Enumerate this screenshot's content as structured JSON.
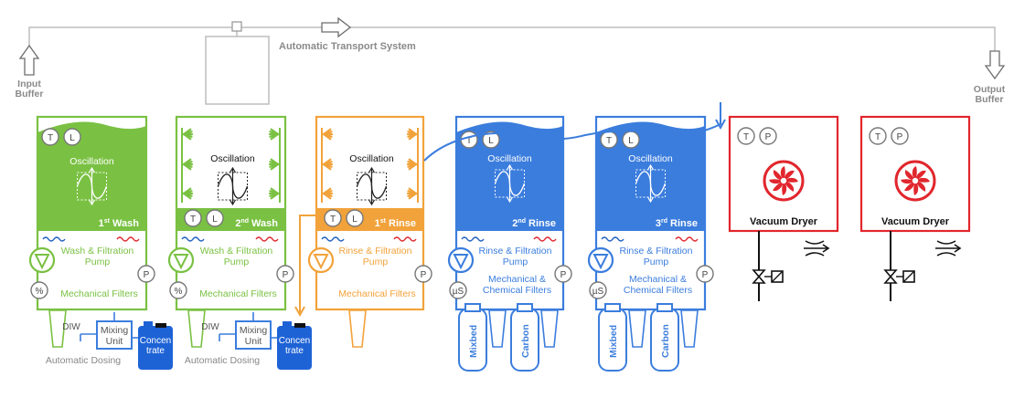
{
  "transport": {
    "title": "Automatic Transport System",
    "input_label": "Input\nBuffer",
    "output_label": "Output\nBuffer"
  },
  "colors": {
    "green": "#7ac143",
    "orange": "#f2a23a",
    "blue": "#3b7ddd",
    "red": "#e1262d",
    "gray": "#9a9a9a"
  },
  "symbols": {
    "temperature": "T",
    "level": "L",
    "pressure": "P",
    "percent": "%",
    "conductivity": "µS"
  },
  "tanks": [
    {
      "id": "wash1",
      "caption": "Oscillation",
      "label_pre": "1",
      "label_sup": "st",
      "label_post": " Wash",
      "pump_text": "Wash & Filtration\nPump",
      "filter_text": "Mechanical Filters",
      "dosing": "Automatic Dosing"
    },
    {
      "id": "wash2",
      "caption": "Oscillation",
      "label_pre": "2",
      "label_sup": "nd",
      "label_post": " Wash",
      "pump_text": "Wash & Filtration\nPump",
      "filter_text": "Mechanical Filters",
      "dosing": "Automatic Dosing"
    },
    {
      "id": "rinse1",
      "caption": "Oscillation",
      "label_pre": "1",
      "label_sup": "st",
      "label_post": " Rinse",
      "pump_text": "Rinse & Filtration\nPump",
      "filter_text": "Mechanical Filters"
    },
    {
      "id": "rinse2",
      "caption": "Oscillation",
      "label_pre": "2",
      "label_sup": "nd",
      "label_post": " Rinse",
      "pump_text": "Rinse & Filtration\nPump",
      "filter_text": "Mechanical &\nChemical Filters",
      "cartridge_a": "Mixbed",
      "cartridge_b": "Carbon"
    },
    {
      "id": "rinse3",
      "caption": "Oscillation",
      "label_pre": "3",
      "label_sup": "rd",
      "label_post": " Rinse",
      "pump_text": "Rinse & Filtration\nPump",
      "filter_text": "Mechanical &\nChemical Filters",
      "cartridge_a": "Mixbed",
      "cartridge_b": "Carbon"
    }
  ],
  "dosing_unit": {
    "diw": "DIW",
    "mixing": "Mixing\nUnit",
    "concentrate": "Concen\ntrate"
  },
  "dryers": [
    {
      "id": "dryer1",
      "label": "Vacuum Dryer"
    },
    {
      "id": "dryer2",
      "label": "Vacuum Dryer"
    }
  ]
}
